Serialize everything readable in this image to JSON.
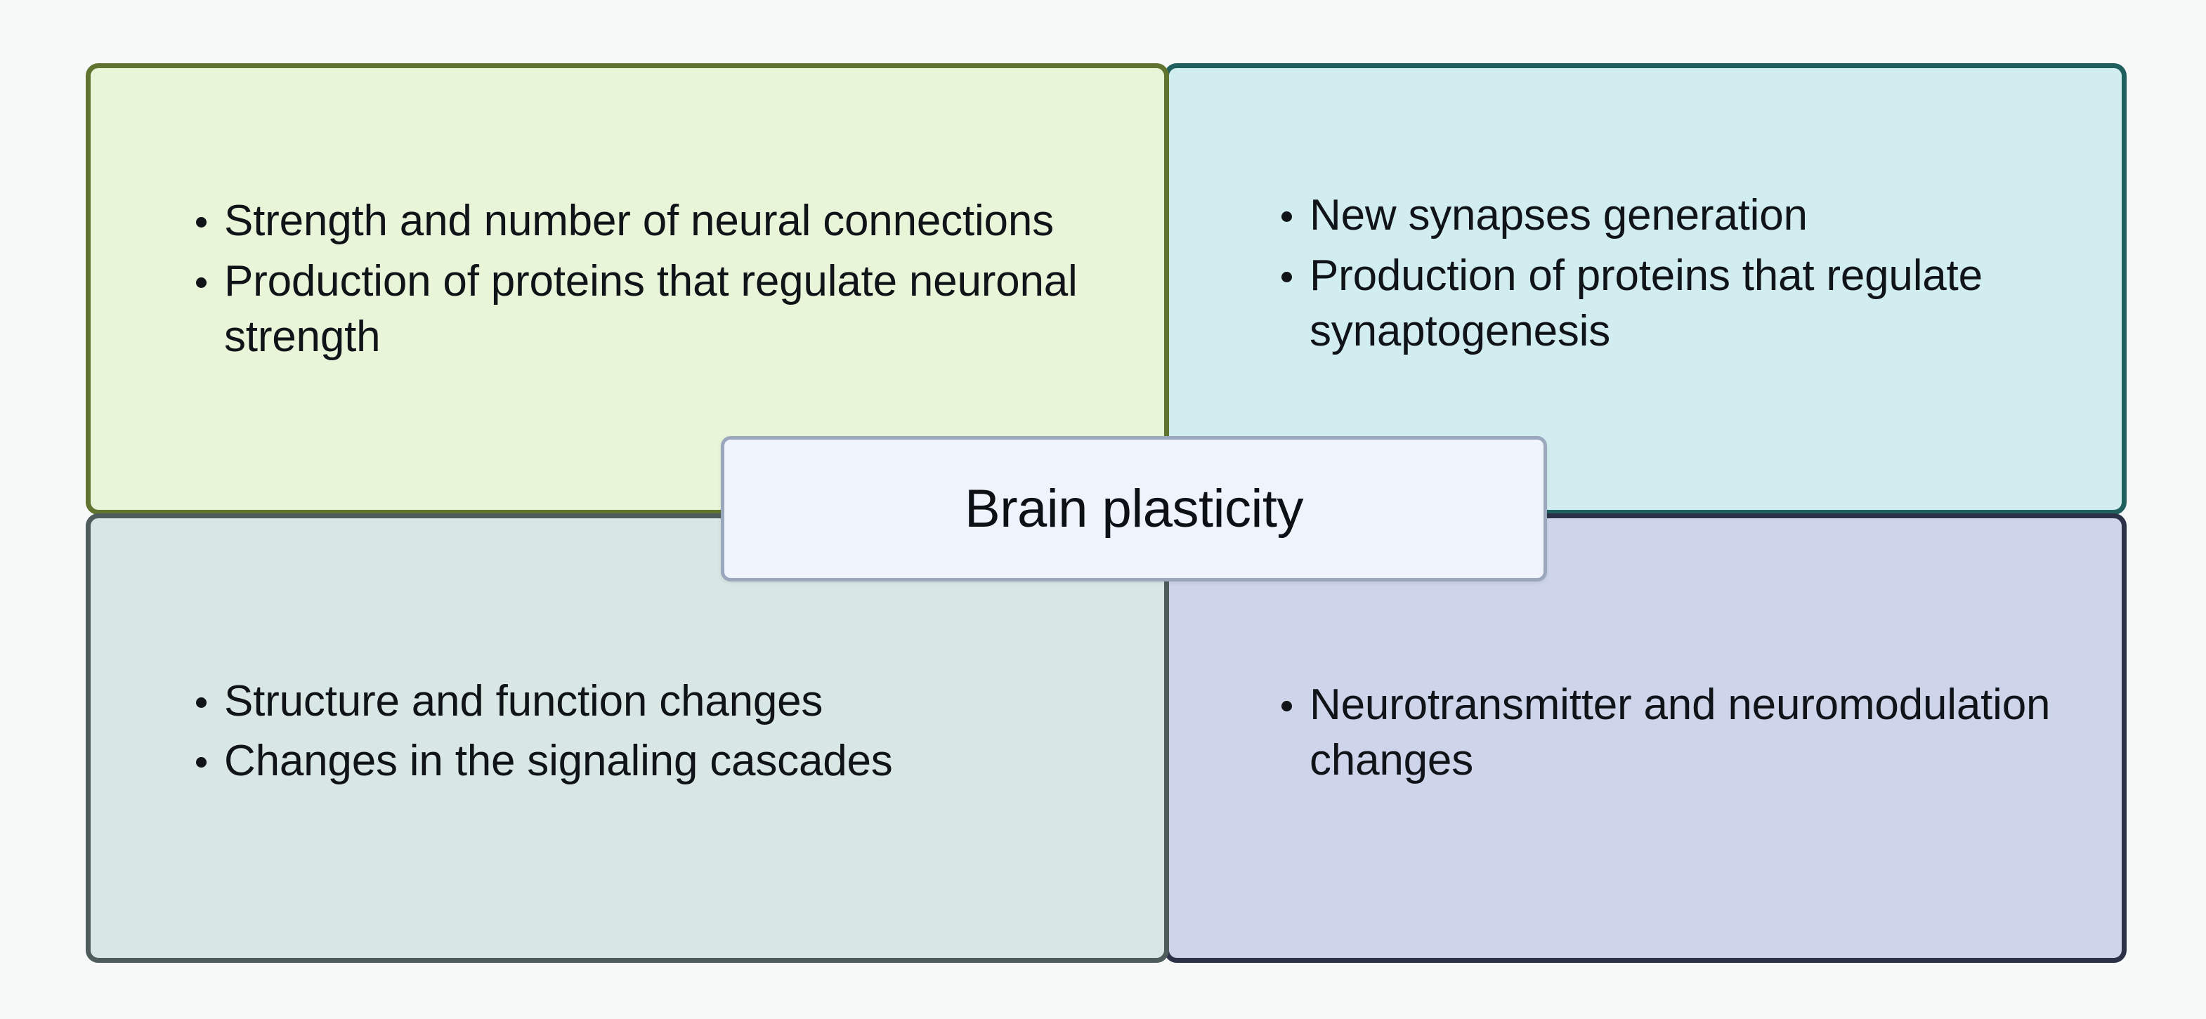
{
  "diagram": {
    "type": "four-quadrant-concept-map",
    "background_color": "#f7f8f8",
    "center": {
      "label": "Brain plasticity",
      "fill_color": "#eff3fb",
      "border_color": "#9aa7bd",
      "text_color": "#0d1116"
    },
    "quadrants": [
      {
        "position": "top-left",
        "fill_color": "#e9f5d9",
        "border_color": "#61742f",
        "bullets": [
          "Strength and number of neural connections",
          "Production of proteins that regulate neuronal strength"
        ]
      },
      {
        "position": "top-right",
        "fill_color": "#d2edf0",
        "border_color": "#1f5f5d",
        "bullets": [
          "New synapses generation",
          "Production of proteins that regulate synaptogenesis"
        ]
      },
      {
        "position": "bottom-left",
        "fill_color": "#d9e7e4",
        "border_color": "#4e5c5c",
        "bullets": [
          "Structure and function changes",
          "Changes in the signaling cascades"
        ]
      },
      {
        "position": "bottom-right",
        "fill_color": "#ced4ea",
        "border_color": "#2b3147",
        "bullets": [
          "Neurotransmitter and neuromodulation changes"
        ]
      }
    ]
  }
}
